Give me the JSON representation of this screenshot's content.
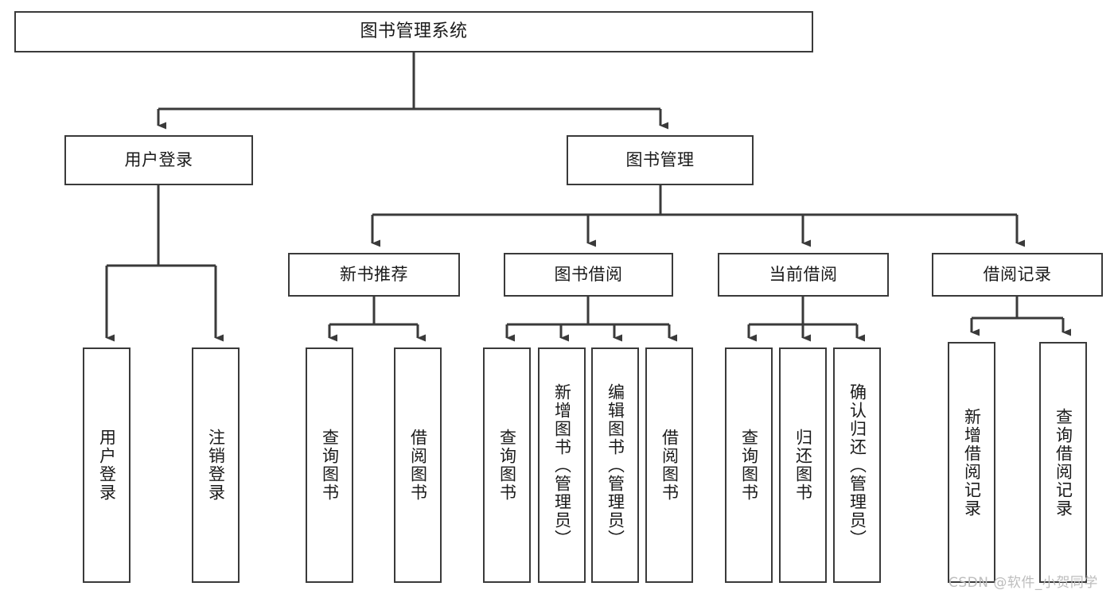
{
  "diagram": {
    "title": "图书管理系统",
    "type": "tree-hierarchy-chart",
    "stroke_color": "#3a3a3a",
    "fill_color": "#ffffff",
    "text_color": "#1a1a1a",
    "levels": [
      {
        "level": 1,
        "nodes": [
          {
            "id": "root",
            "label": "图书管理系统",
            "orientation": "horizontal"
          }
        ]
      },
      {
        "level": 2,
        "nodes": [
          {
            "id": "user-login",
            "label": "用户登录",
            "orientation": "horizontal"
          },
          {
            "id": "book-manage",
            "label": "图书管理",
            "orientation": "horizontal"
          }
        ]
      },
      {
        "level": 3,
        "nodes": [
          {
            "id": "new-book-recommend",
            "label": "新书推荐",
            "orientation": "horizontal"
          },
          {
            "id": "book-borrow",
            "label": "图书借阅",
            "orientation": "horizontal"
          },
          {
            "id": "current-borrow",
            "label": "当前借阅",
            "orientation": "horizontal"
          },
          {
            "id": "borrow-record",
            "label": "借阅记录",
            "orientation": "horizontal"
          }
        ]
      },
      {
        "level": 4,
        "nodes": [
          {
            "id": "leaf-user-login",
            "label": "用户登录",
            "orientation": "vertical",
            "parent": "user-login"
          },
          {
            "id": "leaf-logout-login",
            "label": "注销登录",
            "orientation": "vertical",
            "parent": "user-login"
          },
          {
            "id": "leaf-query-book-1",
            "label": "查询图书",
            "orientation": "vertical",
            "parent": "new-book-recommend"
          },
          {
            "id": "leaf-borrow-book-1",
            "label": "借阅图书",
            "orientation": "vertical",
            "parent": "new-book-recommend"
          },
          {
            "id": "leaf-query-book-2",
            "label": "查询图书",
            "orientation": "vertical",
            "parent": "book-borrow"
          },
          {
            "id": "leaf-add-book",
            "label": "新增图书（管理员）",
            "orientation": "vertical",
            "parent": "book-borrow"
          },
          {
            "id": "leaf-edit-book",
            "label": "编辑图书（管理员）",
            "orientation": "vertical",
            "parent": "book-borrow"
          },
          {
            "id": "leaf-borrow-book-2",
            "label": "借阅图书",
            "orientation": "vertical",
            "parent": "book-borrow"
          },
          {
            "id": "leaf-query-book-3",
            "label": "查询图书",
            "orientation": "vertical",
            "parent": "current-borrow"
          },
          {
            "id": "leaf-return-book",
            "label": "归还图书",
            "orientation": "vertical",
            "parent": "current-borrow"
          },
          {
            "id": "leaf-confirm-return",
            "label": "确认归还（管理员）",
            "orientation": "vertical",
            "parent": "current-borrow"
          },
          {
            "id": "leaf-add-record",
            "label": "新增借阅记录",
            "orientation": "vertical",
            "parent": "borrow-record"
          },
          {
            "id": "leaf-query-record",
            "label": "查询借阅记录",
            "orientation": "vertical",
            "parent": "borrow-record"
          }
        ]
      }
    ]
  },
  "watermark": {
    "text": "CSDN @软件_小贺同学"
  }
}
